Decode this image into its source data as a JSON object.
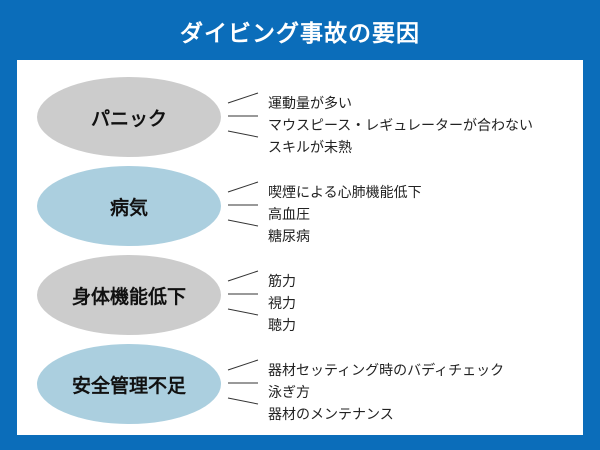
{
  "title": "ダイビング事故の要因",
  "colors": {
    "background": "#0b6dba",
    "gray_ellipse": "#cccccc",
    "blue_ellipse": "#abcfdf"
  },
  "groups": [
    {
      "label": "パニック",
      "items": [
        "運動量が多い",
        "マウスピース・レギュレーターが合わない",
        "スキルが未熟"
      ]
    },
    {
      "label": "病気",
      "items": [
        "喫煙による心肺機能低下",
        "高血圧",
        "糖尿病"
      ]
    },
    {
      "label": "身体機能低下",
      "items": [
        "筋力",
        "視力",
        "聴力"
      ]
    },
    {
      "label": "安全管理不足",
      "items": [
        "器材セッティング時のバディチェック",
        "泳ぎ方",
        "器材のメンテナンス"
      ]
    }
  ]
}
